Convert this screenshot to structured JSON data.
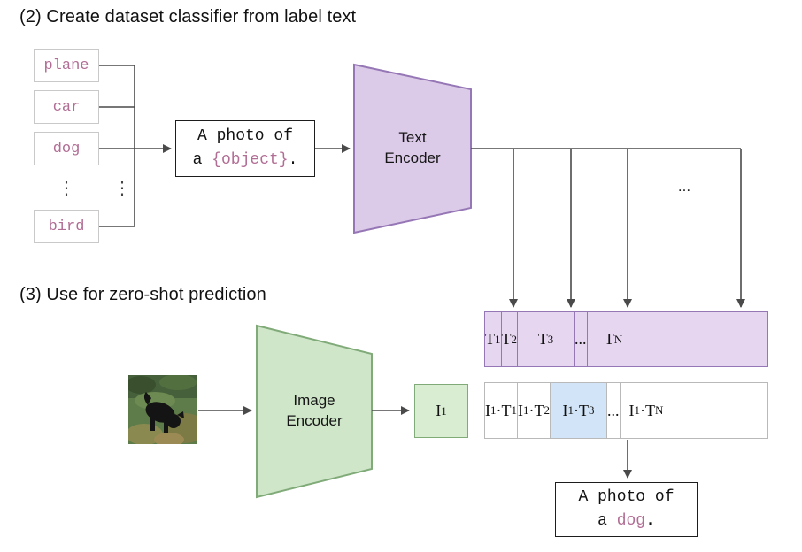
{
  "colors": {
    "purple_fill": "#dccae9",
    "purple_border": "#9677b5",
    "green_fill": "#cfe6c9",
    "green_border": "#80ab79",
    "highlight_blue": "#d2e4f7",
    "label_pink": "#b16d94",
    "arrow_gray": "#4a4a4a"
  },
  "section2": {
    "title": "(2) Create dataset classifier from label text",
    "labels": [
      "plane",
      "car",
      "dog",
      "bird"
    ],
    "column_ellipsis": "⋮",
    "prompt_box": {
      "line1": "A photo of",
      "line2_pre": "a ",
      "object": "{object}",
      "line2_post": "."
    },
    "text_encoder": {
      "line1": "Text",
      "line2": "Encoder"
    },
    "row_ellipsis": "...",
    "t_cells": [
      {
        "base": "T",
        "sub": "1"
      },
      {
        "base": "T",
        "sub": "2"
      },
      {
        "base": "T",
        "sub": "3"
      },
      {
        "base": "...",
        "sub": ""
      },
      {
        "base": "T",
        "sub": "N"
      }
    ]
  },
  "section3": {
    "title": "(3) Use for zero-shot prediction",
    "image_encoder": {
      "line1": "Image",
      "line2": "Encoder"
    },
    "i_cell": {
      "base": "I",
      "sub": "1"
    },
    "result_cells": [
      {
        "p1": "I",
        "s1": "1",
        "dot": "·",
        "p2": "T",
        "s2": "1"
      },
      {
        "p1": "I",
        "s1": "1",
        "dot": "·",
        "p2": "T",
        "s2": "2"
      },
      {
        "p1": "I",
        "s1": "1",
        "dot": "·",
        "p2": "T",
        "s2": "3"
      },
      {
        "p1": "...",
        "s1": "",
        "dot": "",
        "p2": "",
        "s2": ""
      },
      {
        "p1": "I",
        "s1": "1",
        "dot": "·",
        "p2": "T",
        "s2": "N"
      }
    ],
    "output_box": {
      "line1": "A photo of",
      "line2_pre": "a ",
      "object": "dog",
      "line2_post": "."
    }
  }
}
